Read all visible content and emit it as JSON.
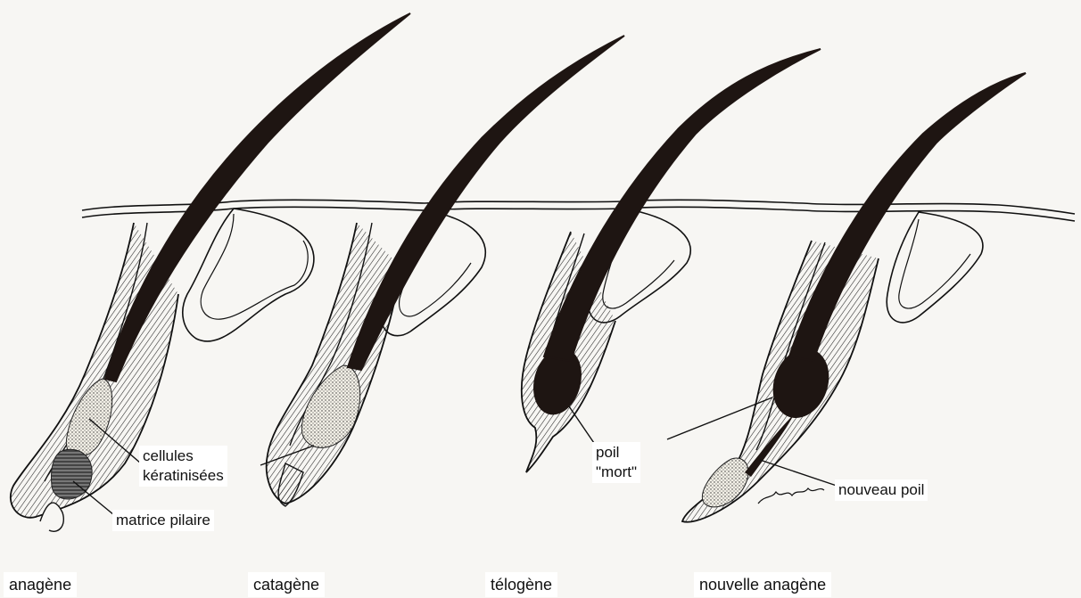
{
  "stages": [
    {
      "label": "anagène"
    },
    {
      "label": "catagène"
    },
    {
      "label": "télogène"
    },
    {
      "label": "nouvelle anagène"
    }
  ],
  "annotations": {
    "keratinized_cells_line1": "cellules",
    "keratinized_cells_line2": "kératinisées",
    "hair_matrix": "matrice pilaire",
    "dead_hair_line1": "poil",
    "dead_hair_line2": "\"mort\"",
    "new_hair": "nouveau poil"
  },
  "colors": {
    "ink": "#111111",
    "hair": "#1e1512",
    "paper": "#f7f6f3"
  }
}
